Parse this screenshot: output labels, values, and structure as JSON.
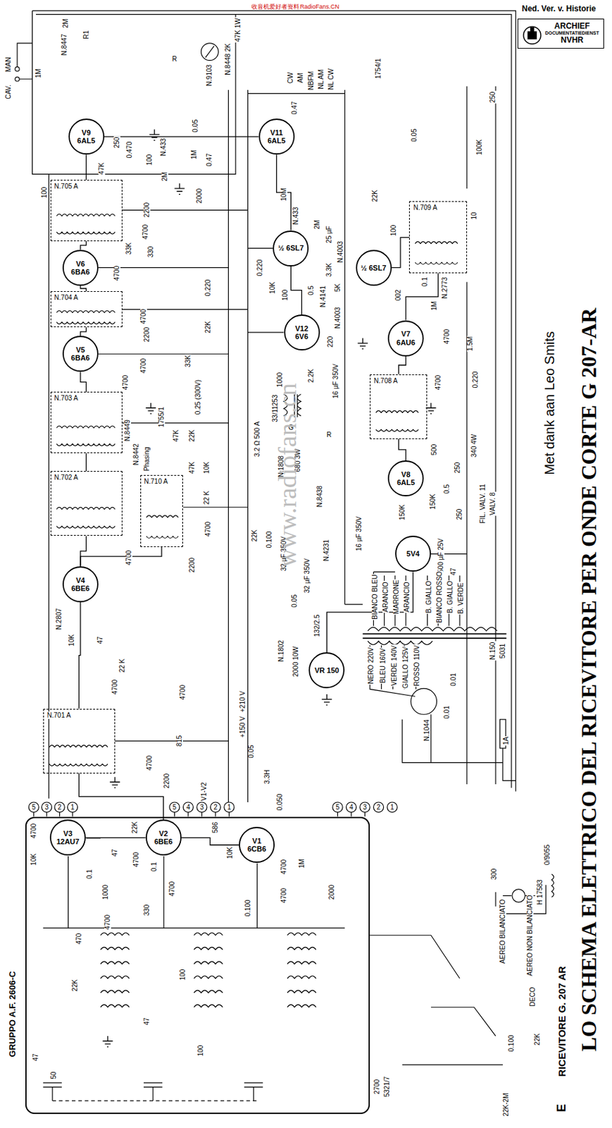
{
  "diagram": {
    "title": "LO SCHEMA ELETTRICO DEL RICEVITORE PER ONDE CORTE G 207-AR",
    "nodes": [
      {
        "text": [
          "ARCHIEF",
          "DOCUMENTATIEDIENST",
          "NVHR"
        ]
      },
      {
        "text": [
          "V9",
          "6AL5"
        ]
      },
      {
        "text": [
          "V11",
          "6AL5"
        ]
      },
      {
        "text": [
          "N.705 A"
        ]
      },
      {
        "text": [
          "½ 6SL7"
        ]
      },
      {
        "text": [
          "V6",
          "6BA6"
        ]
      },
      {
        "text": [
          "½ 6SL7"
        ]
      },
      {
        "text": [
          "N.709 A"
        ]
      },
      {
        "text": [
          "N.704 A"
        ]
      },
      {
        "text": [
          "V12",
          "6V6"
        ]
      },
      {
        "text": [
          "V7",
          "6AU6"
        ]
      },
      {
        "text": [
          "V5",
          "6BA6"
        ]
      },
      {
        "text": [
          "N.708 A"
        ]
      },
      {
        "text": [
          "N.703 A"
        ]
      },
      {
        "text": [
          "N.702 A"
        ]
      },
      {
        "text": [
          "N.710 A"
        ]
      },
      {
        "text": [
          "V8",
          "6AL5"
        ]
      },
      {
        "text": [
          "5V4"
        ]
      },
      {
        "text": [
          "V4",
          "6BE6"
        ]
      },
      {
        "text": [
          "VR 150"
        ]
      },
      {
        "text": [
          "N.701 A"
        ]
      },
      {
        "text": [
          "GRUPPO A.F. 2606-C"
        ]
      },
      {
        "text": [
          "V3",
          "12AU7"
        ],
        "in": 21
      },
      {
        "text": [
          "V2",
          "6BE6"
        ],
        "in": 21
      },
      {
        "text": [
          "V1",
          "6CB6"
        ],
        "in": 21
      }
    ],
    "edges": [
      {
        "from": 24,
        "to": 23,
        "arrow": "none"
      },
      {
        "from": 22,
        "to": 23,
        "arrow": "none"
      },
      {
        "from": 23,
        "to": 20,
        "arrow": "none"
      },
      {
        "from": 20,
        "to": 18,
        "arrow": "none"
      },
      {
        "from": 18,
        "to": 15,
        "arrow": "none"
      },
      {
        "from": 18,
        "to": 14,
        "arrow": "none"
      },
      {
        "from": 14,
        "to": 13,
        "arrow": "none"
      },
      {
        "from": 13,
        "to": 11,
        "arrow": "none"
      },
      {
        "from": 11,
        "to": 8,
        "arrow": "none"
      },
      {
        "from": 8,
        "to": 5,
        "arrow": "none"
      },
      {
        "from": 5,
        "to": 3,
        "arrow": "none"
      },
      {
        "from": 3,
        "to": 1,
        "arrow": "none"
      },
      {
        "from": 1,
        "to": 2,
        "arrow": "none"
      },
      {
        "from": 2,
        "to": 4,
        "arrow": "none"
      },
      {
        "from": 4,
        "to": 9,
        "arrow": "none"
      },
      {
        "from": 10,
        "to": 7,
        "arrow": "none"
      },
      {
        "from": 7,
        "to": 6,
        "arrow": "none"
      },
      {
        "from": 10,
        "to": 12,
        "arrow": "none"
      },
      {
        "from": 12,
        "to": 16,
        "arrow": "none"
      },
      {
        "from": 17,
        "to": 19,
        "arrow": "none"
      }
    ],
    "labels": [
      "收音机爱好者资料库",
      "RadioFans.CN",
      "Ned. Ver. v. Historie",
      "CAV.",
      "MAN",
      "1M",
      "N.8447",
      "2M",
      "R1",
      "R",
      "N.9103",
      "47K 1W",
      "N.8448 2K",
      "CW",
      "AM",
      "NBFM",
      "NL AM",
      "NL CW",
      "1754/1",
      "250",
      "0.470",
      "N.433",
      "100",
      "2M",
      "0.05",
      "1M",
      "0.47",
      "0.47",
      "47K",
      "2000",
      "100",
      "10M",
      "2200",
      "4700",
      "33K",
      "330",
      "N.433",
      "2M",
      "25 µF",
      "N.4003",
      "3.3K",
      "0.220",
      "4700",
      "0.220",
      "4700",
      "2200",
      "22K",
      "33K",
      "4700",
      "4700",
      "0.25 (300V)",
      "10K",
      "100",
      "0.5",
      "N.4141",
      "5K",
      "N.4003",
      "220",
      "1000",
      "2.2K",
      "16 µF 350V",
      "33/11253",
      "G",
      "R",
      "3.2 Ω 500 A",
      "N.1808",
      "680 3W",
      "N.8438",
      "N.4231",
      "22K",
      "0.100",
      "32 µF 350V",
      "0.05",
      "32 µF 350V",
      "132/2.5",
      "N.1802",
      "2000 10W",
      "+210 V",
      "+150 V",
      "0.05",
      "3.3H",
      "0.050",
      "22K",
      "100",
      "0.1",
      "N.2773",
      "0.05",
      "250",
      "100K",
      "10",
      "002",
      "1M",
      "4700",
      "1.5M",
      "4700",
      "0.220",
      "500",
      "150K",
      "0.5",
      "250",
      "250",
      "150K",
      "16 µF 350V",
      "340 4W",
      "500 µF 25V",
      "47",
      "FIL. VALV. 11",
      "VALV. 8",
      "BIANCO BLEU",
      "ARANCIO",
      "MARRONE",
      "ARANCIO",
      "B. GIALLO",
      "BIANCO ROSSO",
      "B. GIALLO",
      "B. VERDE",
      "NERO 220V",
      "BLEU 160V",
      "VERDE 140V",
      "GIALLO 125V",
      "ROSSO 110V",
      "N.1044",
      "0.01",
      "0.01",
      "N.150",
      "5031",
      "1A",
      "V1-V2",
      "5",
      "3",
      "2",
      "1",
      "5",
      "4",
      "3",
      "2",
      "1",
      "5",
      "4",
      "3",
      "2",
      "1",
      "4700",
      "10K",
      "0.1",
      "1000",
      "4700",
      "470",
      "22K",
      "47",
      "50",
      "47",
      "22K",
      "4700",
      "0.1",
      "4700",
      "330",
      "47",
      "100",
      "586",
      "10K",
      "4700",
      "1M",
      "4700",
      "0.100",
      "100",
      "2000",
      "2700",
      "5321/7",
      "300",
      "H 17583",
      "0/9055",
      "AEREO BILANCIATO",
      "AEREO NON BILANCIATO",
      "DECO",
      "0.100",
      "22K",
      "22K-2M",
      "RICEVITORE G. 207 AR",
      "E",
      "Met dank aan Leo Smits",
      "www.radiofans.cn",
      "N.8449",
      "N.8442",
      "Phasing",
      "1755/1",
      "47K",
      "22K",
      "10K",
      "47K",
      "22 K",
      "4700",
      "2200",
      "4700",
      "N.2807",
      "10K",
      "47",
      "22 K",
      "4700",
      "4700",
      "815",
      "4700",
      "2200"
    ]
  }
}
